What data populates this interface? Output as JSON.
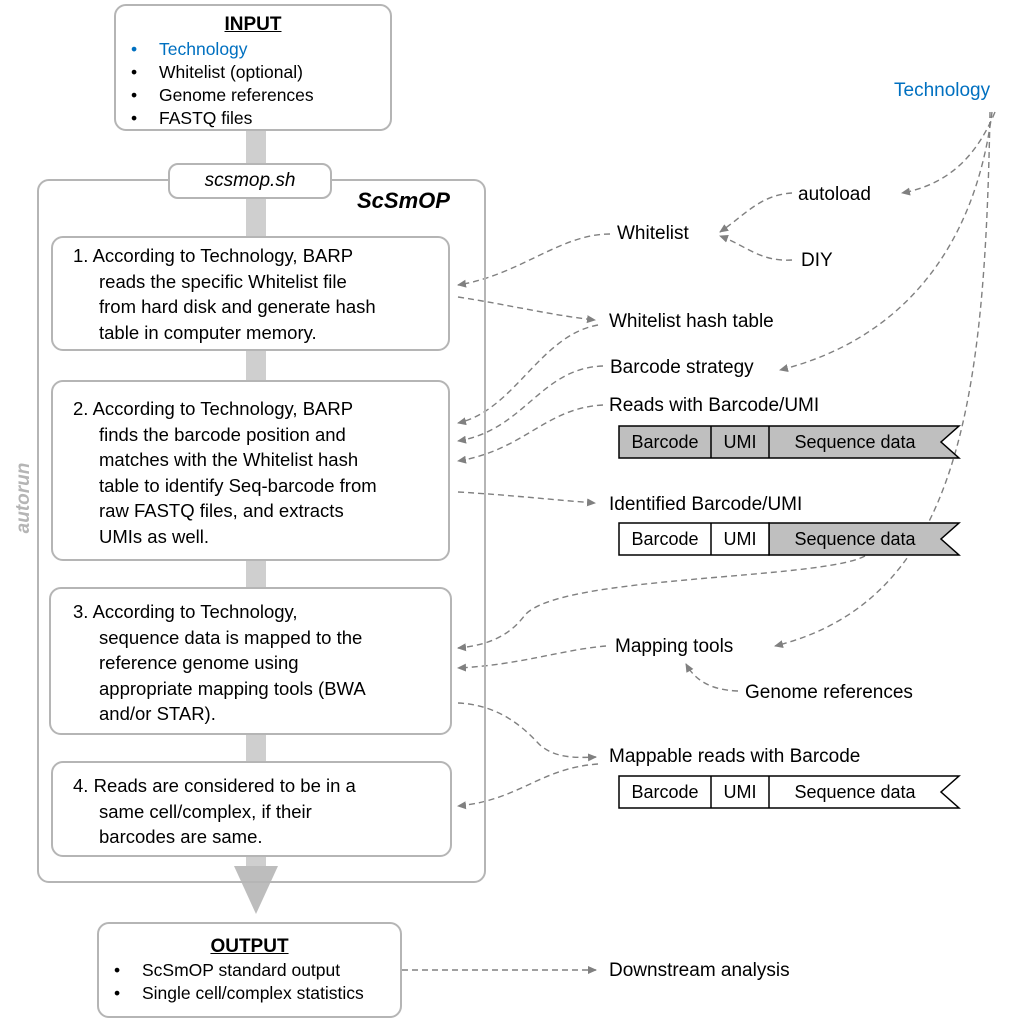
{
  "input": {
    "title": "INPUT",
    "items": [
      "Technology",
      "Whitelist (optional)",
      "Genome references",
      "FASTQ files"
    ]
  },
  "pipeline": {
    "script": "scsmop.sh",
    "title": "ScSmOP",
    "side_label": "autorun"
  },
  "steps": [
    {
      "num": "1.",
      "first": "According to Technology, BARP",
      "lines": [
        "reads the specific Whitelist file",
        "from hard disk and generate hash",
        "table in computer memory."
      ]
    },
    {
      "num": "2.",
      "first": "According to Technology, BARP",
      "lines": [
        "finds the barcode position and",
        "matches with the Whitelist hash",
        "table to identify Seq-barcode from",
        "raw FASTQ files, and extracts",
        "UMIs as well."
      ]
    },
    {
      "num": "3.",
      "first": "According to Technology,",
      "lines": [
        "sequence data is mapped to the",
        "reference genome using",
        "appropriate mapping tools (BWA",
        "and/or STAR)."
      ]
    },
    {
      "num": "4.",
      "first": "Reads are considered to be in a",
      "lines": [
        "same cell/complex, if their",
        "barcodes are same."
      ]
    }
  ],
  "output": {
    "title": "OUTPUT",
    "items": [
      "ScSmOP standard output",
      "Single cell/complex statistics"
    ]
  },
  "right": {
    "technology": "Technology",
    "autoload": "autoload",
    "whitelist": "Whitelist",
    "diy": "DIY",
    "whitelist_hash": "Whitelist hash table",
    "barcode_strategy": "Barcode strategy",
    "reads_barcode_umi": "Reads with Barcode/UMI",
    "identified": "Identified Barcode/UMI",
    "mapping_tools": "Mapping tools",
    "genome_refs": "Genome references",
    "mappable": "Mappable reads with Barcode",
    "downstream": "Downstream analysis"
  },
  "read_bar": {
    "barcode": "Barcode",
    "umi": "UMI",
    "seq": "Sequence data"
  },
  "colors": {
    "accent": "#0070c0",
    "box_border": "#b5b5b5",
    "arrow_gray": "#808080",
    "shaded": "#bfbfbf"
  }
}
